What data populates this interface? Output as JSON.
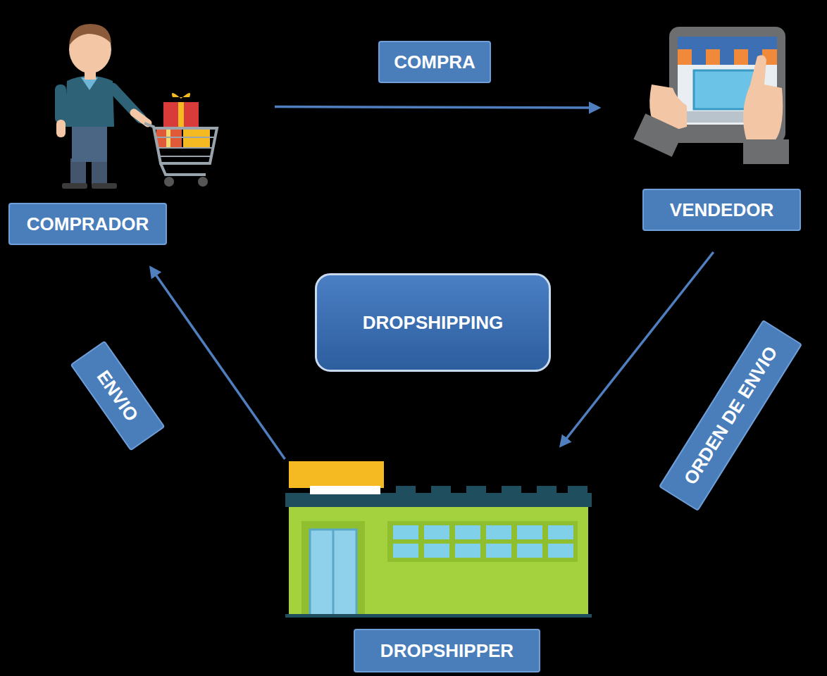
{
  "diagram": {
    "nodes": [
      {
        "text": [
          "COMPRADOR"
        ]
      },
      {
        "text": [
          "VENDEDOR"
        ]
      },
      {
        "text": [
          "DROPSHIPPING"
        ]
      },
      {
        "text": [
          "DROPSHIPPER"
        ]
      }
    ],
    "edges": [
      {
        "from": 0,
        "to": 1,
        "label": "COMPRA",
        "arrow": "to"
      },
      {
        "from": 1,
        "to": 3,
        "label": "ORDEN DE ENVIO",
        "arrow": "to"
      },
      {
        "from": 3,
        "to": 0,
        "label": "ENVIO",
        "arrow": "to"
      }
    ]
  }
}
